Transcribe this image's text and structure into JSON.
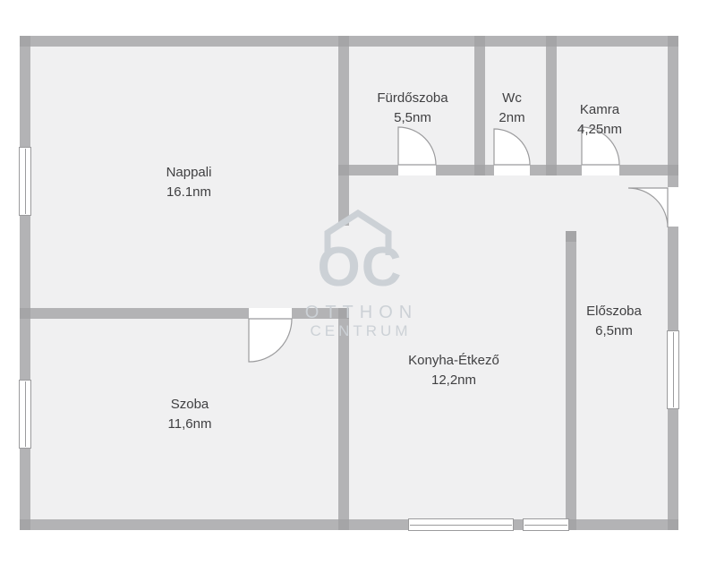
{
  "plan": {
    "background": "#ffffff",
    "colors": {
      "wall": "#b3b3b5",
      "wall_junction": "#a5a5a7",
      "room_fill": "#f0f0f1",
      "door_window_stroke": "#9b9b9d",
      "label_text": "#404042",
      "watermark": "#ccd1d6"
    },
    "rooms": [
      {
        "name": "Nappali",
        "area": "16.1nm"
      },
      {
        "name": "Fürdőszoba",
        "area": "5,5nm"
      },
      {
        "name": "Wc",
        "area": "2nm"
      },
      {
        "name": "Kamra",
        "area": "4,25nm"
      },
      {
        "name": "Előszoba",
        "area": "6,5nm"
      },
      {
        "name": "Konyha-Étkező",
        "area": "12,2nm"
      },
      {
        "name": "Szoba",
        "area": "11,6nm"
      }
    ],
    "watermark": {
      "monogram": "OC",
      "line1": "OTTHON",
      "line2": "CENTRUM"
    }
  }
}
